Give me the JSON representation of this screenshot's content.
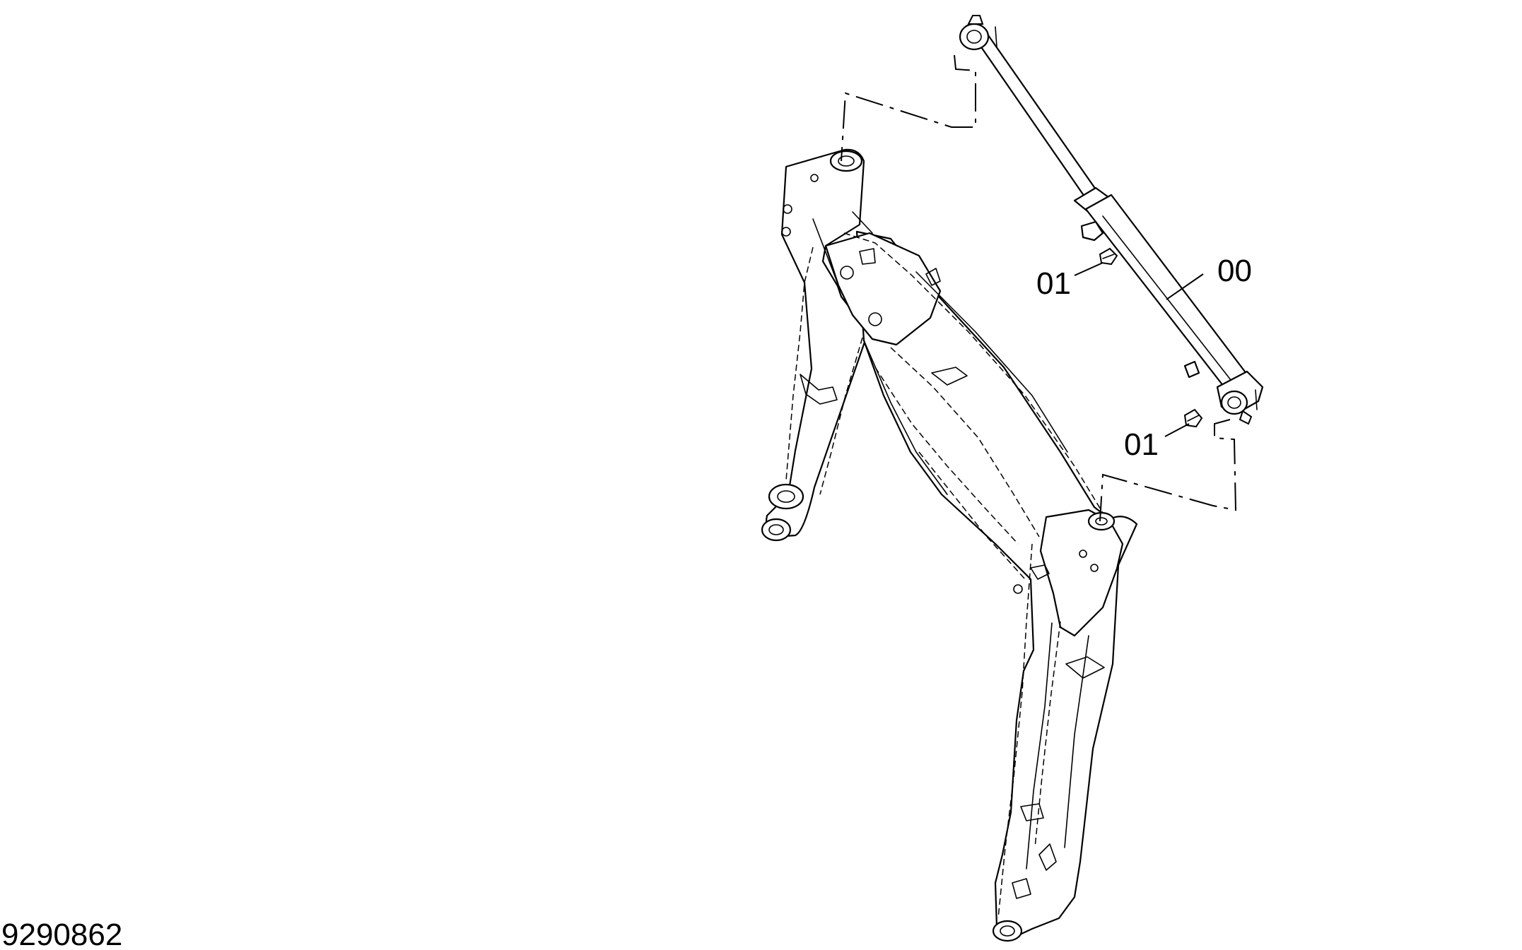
{
  "drawing_number": "9290862",
  "callouts": {
    "cylinder": "00",
    "fitting_upper": "01",
    "fitting_lower": "01"
  }
}
